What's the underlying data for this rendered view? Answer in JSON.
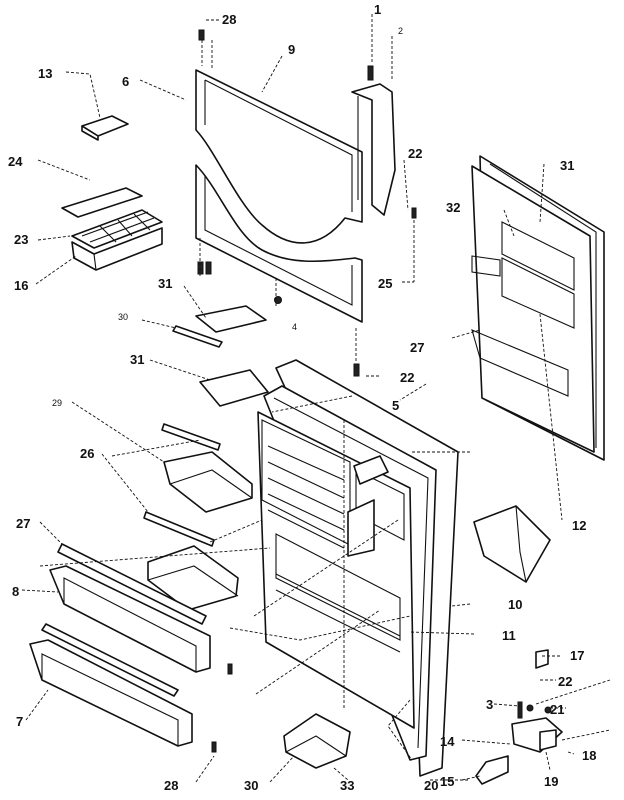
{
  "callouts": {
    "c1": "1",
    "c2": "2",
    "c3": "3",
    "c4": "4",
    "c5": "5",
    "c6": "6",
    "c7": "7",
    "c8": "8",
    "c9": "9",
    "c10": "10",
    "c11": "11",
    "c12": "12",
    "c13": "13",
    "c14": "14",
    "c15": "15",
    "c16": "16",
    "c17": "17",
    "c18": "18",
    "c19": "19",
    "c20": "20",
    "c21": "21",
    "c22a": "22",
    "c22b": "22",
    "c22c": "22",
    "c23": "23",
    "c24": "24",
    "c25": "25",
    "c26": "26",
    "c27a": "27",
    "c27b": "27",
    "c28a": "28",
    "c28b": "28",
    "c29": "29",
    "c30a": "30",
    "c30b": "30",
    "c31a": "31",
    "c31b": "31",
    "c31c": "31",
    "c32": "32",
    "c33": "33"
  }
}
